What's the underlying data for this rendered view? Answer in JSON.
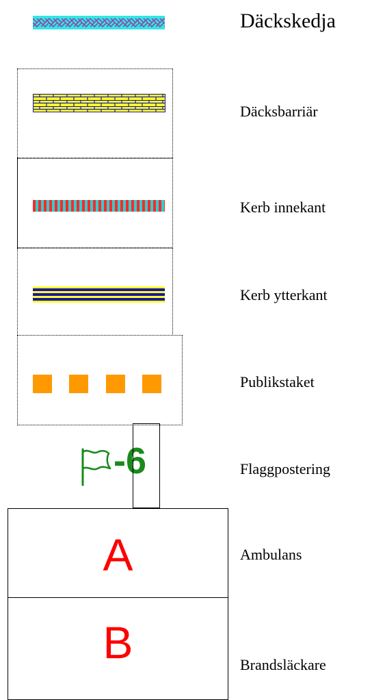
{
  "legend": {
    "items": [
      {
        "id": "tire-chain",
        "label": "Däckskedja"
      },
      {
        "id": "tire-barrier",
        "label": "Däcksbarriär"
      },
      {
        "id": "kerb-inner",
        "label": "Kerb innekant"
      },
      {
        "id": "kerb-outer",
        "label": "Kerb ytterkant"
      },
      {
        "id": "spectator-fence",
        "label": "Publikstaket"
      },
      {
        "id": "flag-post",
        "label": "Flaggpostering",
        "number": "-6"
      },
      {
        "id": "ambulance",
        "label": "Ambulans",
        "letter": "A"
      },
      {
        "id": "fire-extinguisher",
        "label": "Brandsläckare",
        "letter": "B"
      }
    ]
  },
  "colors": {
    "chain_bg": "#33e6e6",
    "chain_line": "#8a4ba6",
    "barrier_fill": "#ffff33",
    "barrier_line": "#1a1a99",
    "kerb_inner_a": "#ff2a2a",
    "kerb_inner_b": "#33cccc",
    "kerb_outer_a": "#ffff33",
    "kerb_outer_b": "#1a1a99",
    "fence": "#ff9900",
    "flag": "#1a8a1a",
    "letter": "#ff0000"
  }
}
